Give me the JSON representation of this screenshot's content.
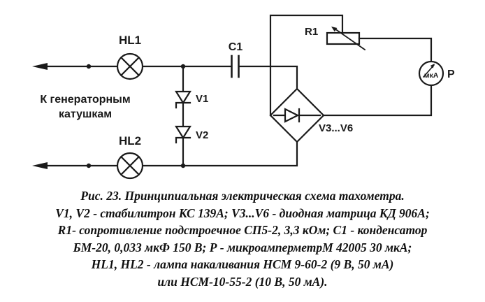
{
  "figure": {
    "background": "#ffffff",
    "ink": "#1a1a1a"
  },
  "schematic": {
    "left_terminal_label_line1": "К генераторным",
    "left_terminal_label_line2": "катушкам",
    "lamp1": "HL1",
    "lamp2": "HL2",
    "capacitor": "С1",
    "zener1": "V1",
    "zener2": "V2",
    "bridge": "V3...V6",
    "trimmer": "R1",
    "meter_face": "мкА",
    "meter": "Р"
  },
  "caption": {
    "title": "Рис. 23. Принципиальная электрическая схема тахометра.",
    "lines": [
      "V1, V2 - стабилитрон КС 139А; V3...V6 - диодная матрица КД 906А;",
      "R1- сопротивление подстроечное СП5-2, 3,3 кОм; С1 - конденсатор",
      "БМ-20, 0,033 мкФ 150 В; Р - микроамперметрМ 42005 30 мкА;",
      "HL1, HL2 - лампа накаливания НСМ 9-60-2 (9 В, 50 мА)",
      "или НСМ-10-55-2 (10 В, 50 мА)."
    ]
  }
}
